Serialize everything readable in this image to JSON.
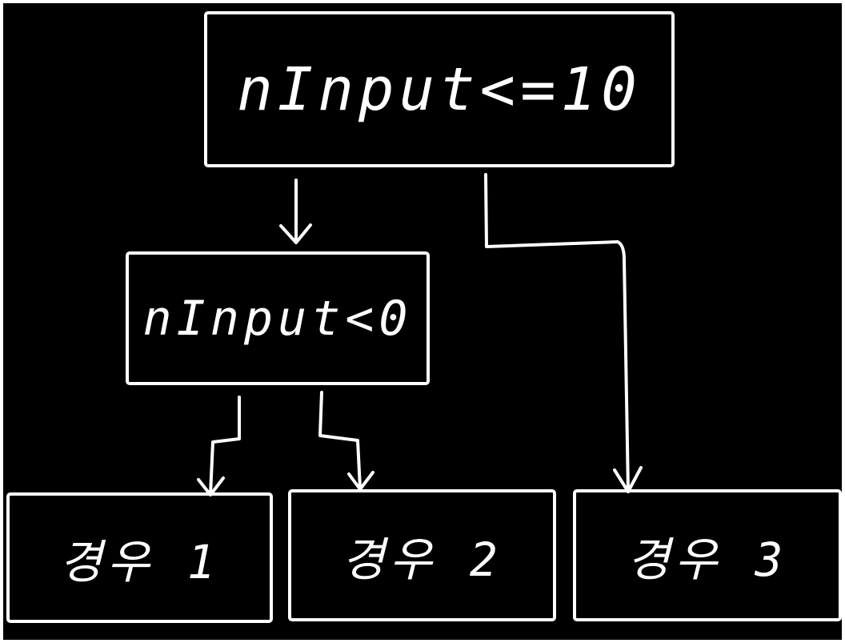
{
  "diagram": {
    "nodes": {
      "root": {
        "label": "nInput<=10"
      },
      "mid": {
        "label": "nInput<0"
      },
      "case1": {
        "label": "경우 1"
      },
      "case2": {
        "label": "경우 2"
      },
      "case3": {
        "label": "경우 3"
      }
    },
    "edges": [
      {
        "from": "root",
        "to": "mid"
      },
      {
        "from": "root",
        "to": "case3"
      },
      {
        "from": "mid",
        "to": "case1"
      },
      {
        "from": "mid",
        "to": "case2"
      }
    ]
  },
  "colors": {
    "background": "#000000",
    "stroke": "#ffffff",
    "text": "#ffffff"
  }
}
